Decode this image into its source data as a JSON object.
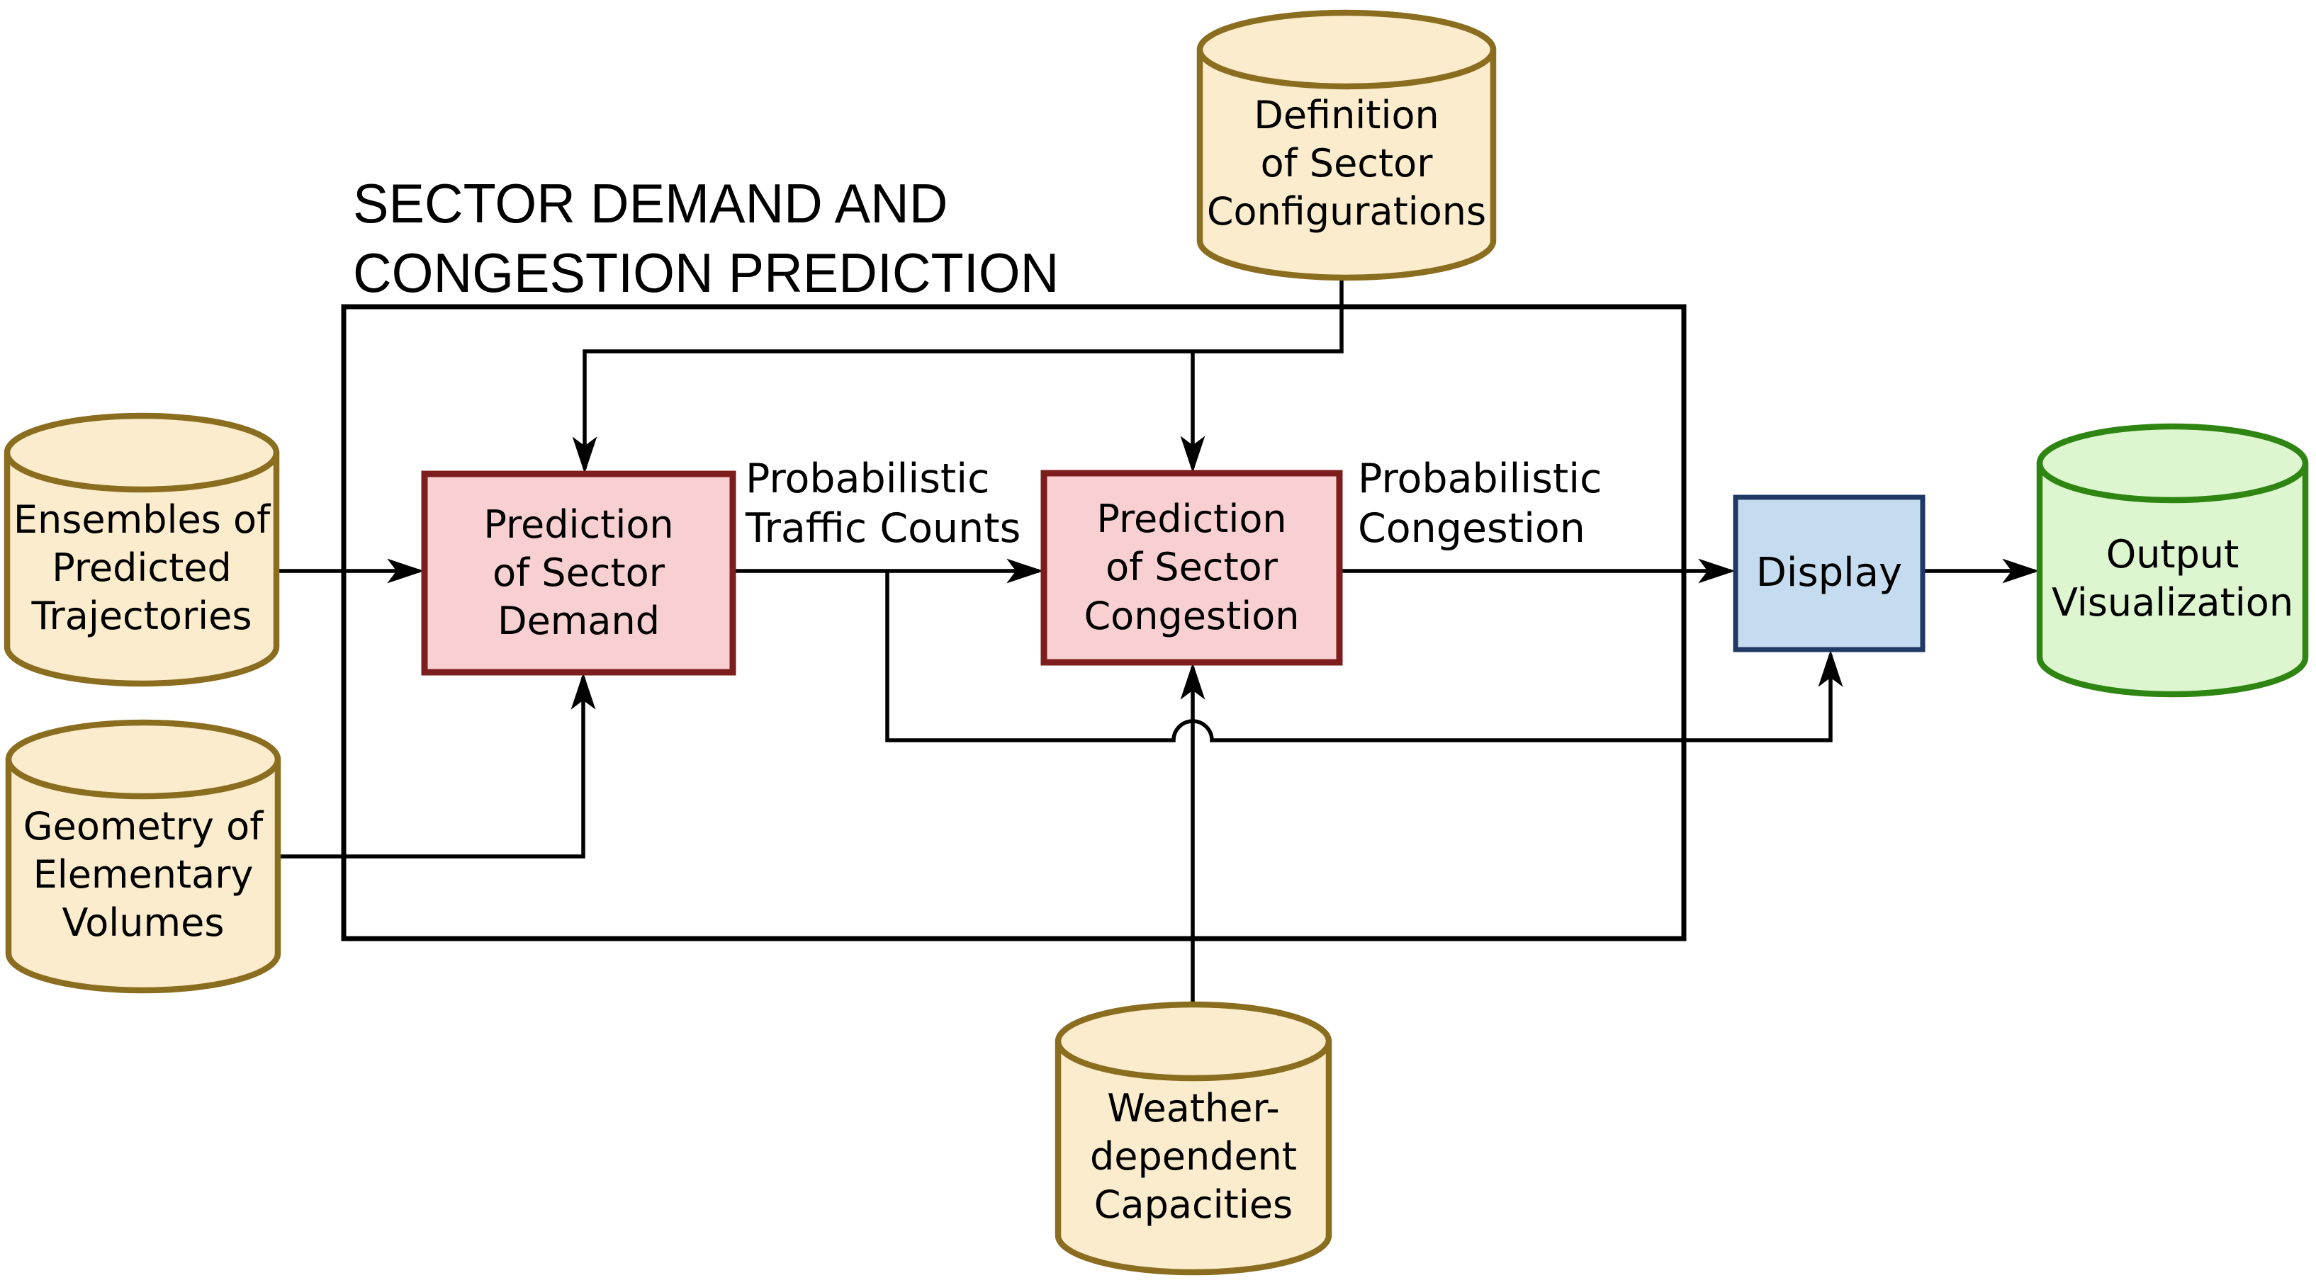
{
  "title": "SECTOR DEMAND AND\nCONGESTION PREDICTION",
  "nodes": {
    "definition": {
      "label": "Definition\nof Sector\nConfigurations"
    },
    "ensembles": {
      "label": "Ensembles of\nPredicted\nTrajectories"
    },
    "geometry": {
      "label": "Geometry of\nElementary\nVolumes"
    },
    "weather": {
      "label": "Weather-\ndependent\nCapacities"
    },
    "demand": {
      "label": "Prediction\nof Sector\nDemand"
    },
    "congestion": {
      "label": "Prediction\nof Sector\nCongestion"
    },
    "display": {
      "label": "Display"
    },
    "output": {
      "label": "Output\nVisualization"
    }
  },
  "edge_labels": {
    "traffic_counts": "Probabilistic\nTraffic Counts",
    "congestion": "Probabilistic\nCongestion"
  },
  "colors": {
    "datastore_fill": "#FAECCC",
    "datastore_stroke": "#8A6D1F",
    "process_fill": "#F8D0D2",
    "process_stroke": "#7E1D1D",
    "display_fill": "#C5DCF0",
    "display_stroke": "#1F3864",
    "output_fill": "#DDF6D0",
    "output_stroke": "#2E8512",
    "connector": "#000000",
    "text": "#000000",
    "background": "#FFFFFF"
  }
}
